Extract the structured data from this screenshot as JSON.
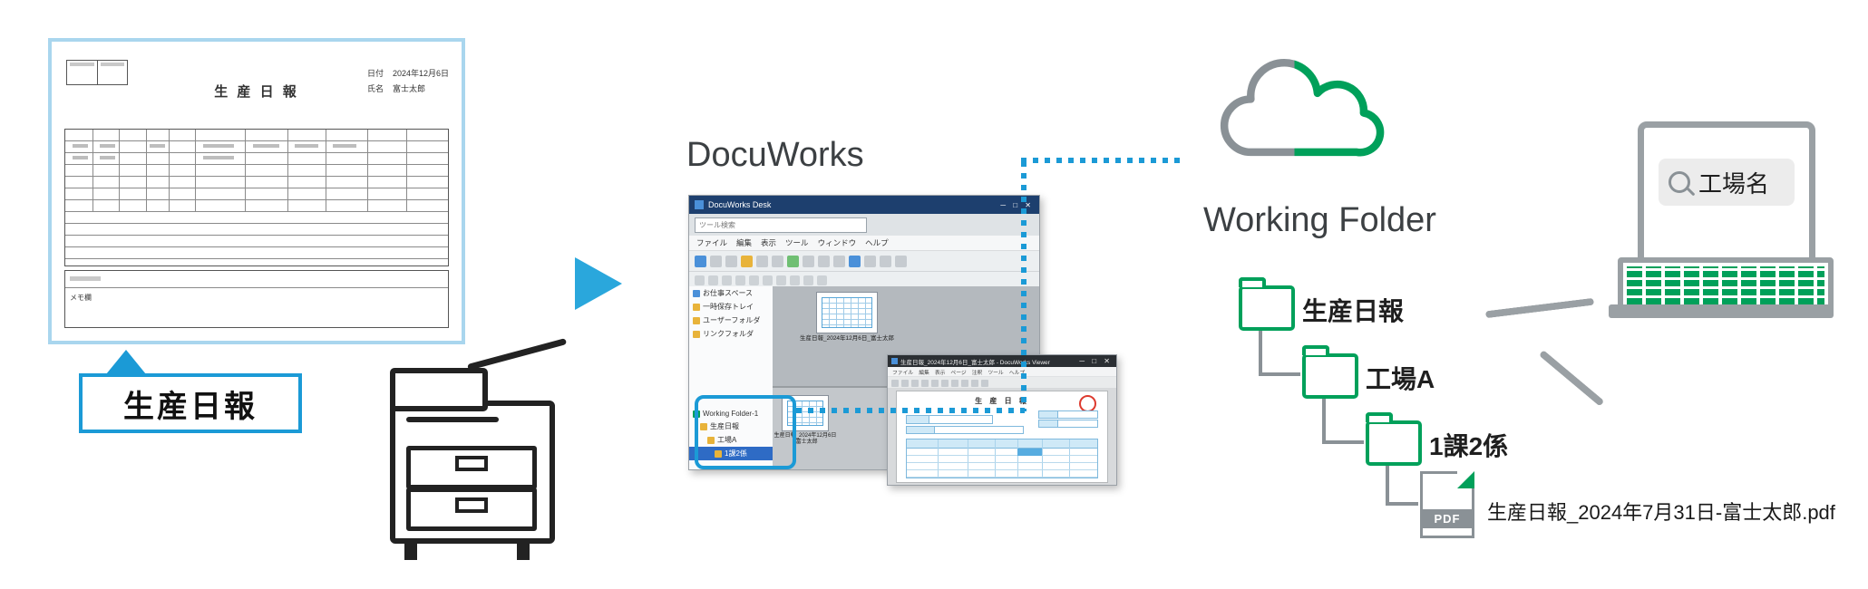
{
  "scan_document": {
    "title": "生 産 日 報",
    "meta": [
      {
        "label": "日付",
        "value": "2024年12月6日"
      },
      {
        "label": "氏名",
        "value": "富士太郎"
      }
    ],
    "memo_label": "メモ欄",
    "callout_label": "生産日報"
  },
  "docuworks": {
    "heading": "DocuWorks",
    "desk_window": {
      "title": "DocuWorks Desk",
      "controls": "─ □ ✕",
      "search_placeholder": "ツール検索",
      "menu_items": [
        "ファイル",
        "編集",
        "表示",
        "ツール",
        "ウィンドウ",
        "ヘルプ"
      ],
      "tree_items": [
        "お仕事スペース",
        "一時保存トレイ",
        "ユーザーフォルダ",
        "リンクフォルダ"
      ],
      "folder_tree": {
        "root": "Working Folder-1",
        "children": [
          "生産日報",
          "工場A",
          "1課2係"
        ]
      },
      "thumbnail_caption": "生産日報_2024年12月6日_富士太郎"
    },
    "viewer_window": {
      "title": "生産日報_2024年12月6日_富士太郎 - DocuWorks Viewer",
      "controls": "─ □ ✕",
      "menu_items": [
        "ファイル",
        "編集",
        "表示",
        "ページ",
        "注釈",
        "ツール",
        "ヘルプ"
      ],
      "doc_title": "生 産 日 報"
    }
  },
  "working_folder": {
    "heading": "Working Folder",
    "folders": [
      {
        "label": "生産日報"
      },
      {
        "label": "工場A"
      },
      {
        "label": "1課2係"
      }
    ],
    "file": {
      "badge": "PDF",
      "name": "生産日報_2024年7月31日-富士太郎.pdf"
    }
  },
  "laptop": {
    "search_text": "工場名"
  },
  "colors": {
    "accent_blue": "#1b9ad6",
    "accent_green": "#00a05a",
    "gray": "#8a9196"
  }
}
